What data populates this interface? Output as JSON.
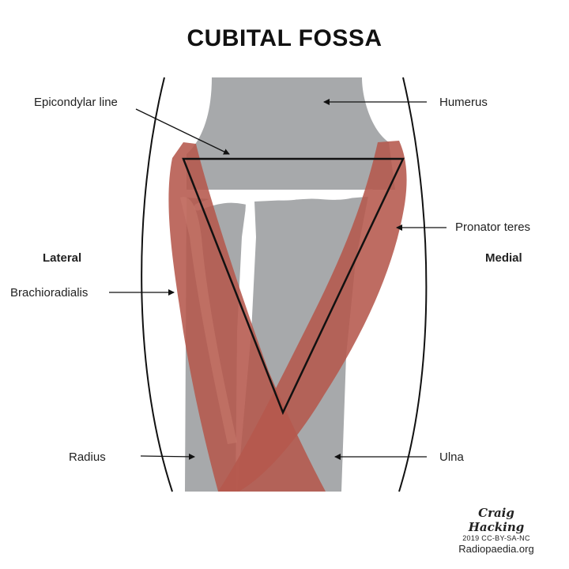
{
  "title": "CUBITAL FOSSA",
  "labels": {
    "epicondylar_line": "Epicondylar line",
    "humerus": "Humerus",
    "pronator_teres": "Pronator teres",
    "lateral": "Lateral",
    "medial": "Medial",
    "brachioradialis": "Brachioradialis",
    "radius": "Radius",
    "ulna": "Ulna"
  },
  "credit": {
    "signature": "Craig Hacking",
    "license": "2019 CC-BY-SA-NC",
    "site": "Radiopaedia.org"
  },
  "colors": {
    "bone": "#a7a9ab",
    "muscle": "#b5584c",
    "muscle_light": "#c97a6e",
    "outline": "#111111"
  }
}
